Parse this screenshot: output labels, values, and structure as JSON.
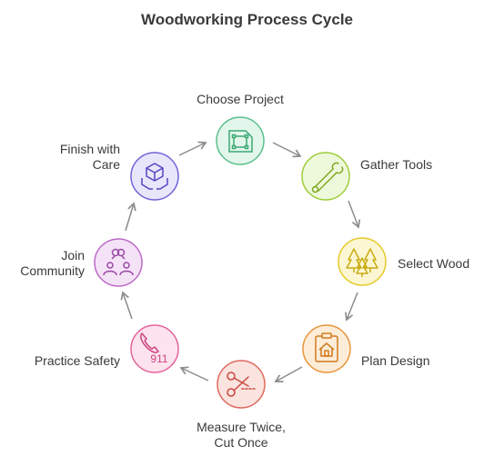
{
  "title": "Woodworking Process Cycle",
  "steps": [
    {
      "label": "Choose Project",
      "icon": "blueprint-icon",
      "fill": "#e3f6ec",
      "stroke": "#5cbf8c"
    },
    {
      "label": "Gather Tools",
      "icon": "wrench-icon",
      "fill": "#eef8da",
      "stroke": "#9fcc3b"
    },
    {
      "label": "Select Wood",
      "icon": "trees-icon",
      "fill": "#fcf7d2",
      "stroke": "#e6c928"
    },
    {
      "label": "Plan Design",
      "icon": "house-plan-icon",
      "fill": "#fdecd8",
      "stroke": "#e8953a"
    },
    {
      "label": "Measure Twice,\nCut Once",
      "icon": "scissors-icon",
      "fill": "#fbe3e0",
      "stroke": "#de6a5d"
    },
    {
      "label": "Practice Safety",
      "icon": "phone-911-icon",
      "fill": "#fde3ee",
      "stroke": "#e3639a"
    },
    {
      "label": "Join\nCommunity",
      "icon": "community-icon",
      "fill": "#f4e3f6",
      "stroke": "#bb6ac6"
    },
    {
      "label": "Finish with\nCare",
      "icon": "box-hands-icon",
      "fill": "#e8e6fb",
      "stroke": "#6f64d6"
    }
  ],
  "emergency_number": "911",
  "arrow_color": "#8c8c8c"
}
